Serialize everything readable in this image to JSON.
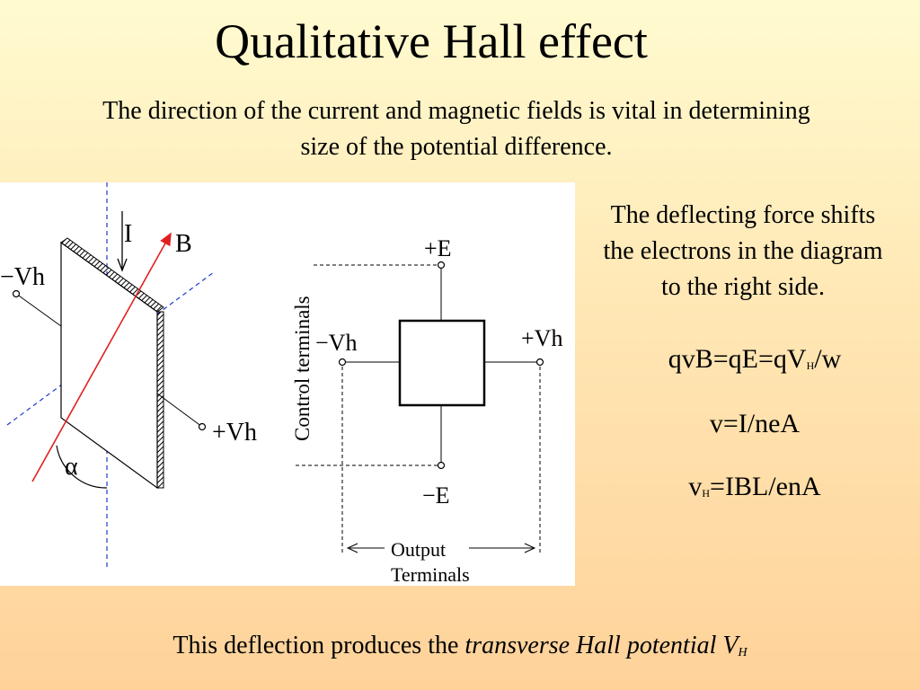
{
  "slide": {
    "title": "Qualitative Hall effect",
    "subtitle": "The direction of the current and magnetic fields is vital in determining size of the potential difference.",
    "side_text": "The deflecting force shifts the electrons in the diagram to the right side.",
    "equations": {
      "eq1_prefix": "qvB=qE=qV",
      "eq1_sub": "H",
      "eq1_suffix": "/w",
      "eq2": "v=I/neA",
      "eq3_prefix": "v",
      "eq3_sub": "H",
      "eq3_suffix": "=IBL/enA"
    },
    "footer": {
      "prefix": "This deflection produces the ",
      "italic": "transverse Hall potential V",
      "sub": "H"
    }
  },
  "diagram": {
    "left": {
      "current_label": "I",
      "field_label": "B",
      "neg_terminal": "−Vh",
      "pos_terminal": "+Vh",
      "angle_label": "α"
    },
    "right": {
      "top_label": "+E",
      "bottom_label": "−E",
      "left_label": "−Vh",
      "right_label": "+Vh",
      "control_terminals": "Control terminals",
      "output_line1": "Output",
      "output_line2": "Terminals"
    },
    "colors": {
      "field_vector": "#e02020",
      "normal_line": "#1a3acc",
      "hatch": "#000000"
    }
  }
}
